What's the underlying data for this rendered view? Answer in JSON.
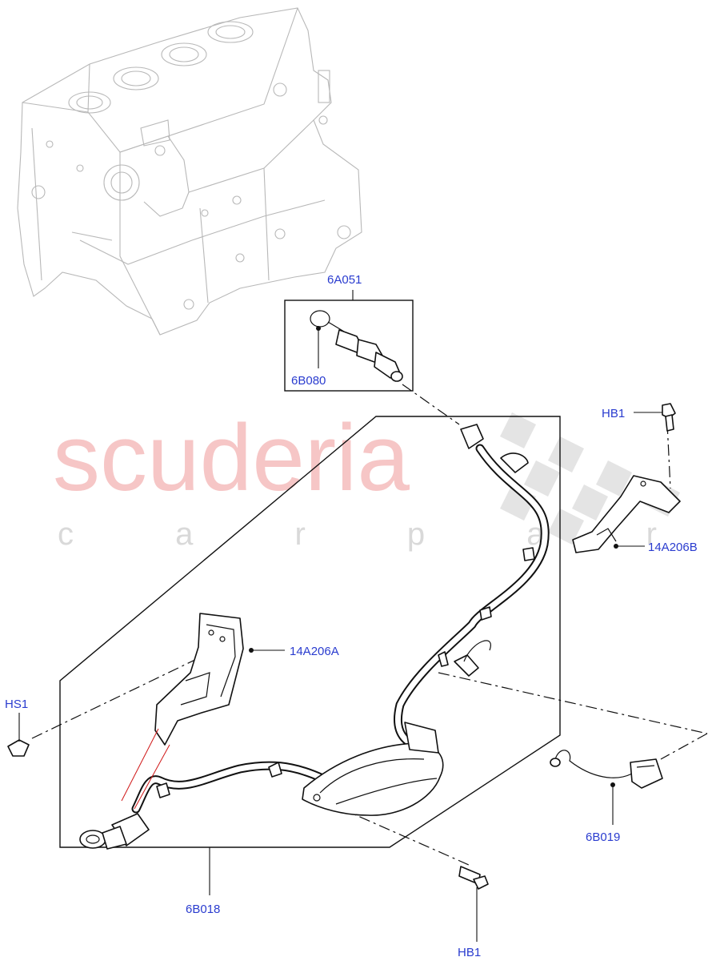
{
  "watermark": {
    "brand": "scuderia",
    "tagline": "c a r   p a r t s"
  },
  "callouts": [
    {
      "id": "6A051",
      "label": "6A051"
    },
    {
      "id": "6B080",
      "label": "6B080"
    },
    {
      "id": "HB1_top",
      "label": "HB1"
    },
    {
      "id": "14A206B",
      "label": "14A206B"
    },
    {
      "id": "14A206A",
      "label": "14A206A"
    },
    {
      "id": "HS1",
      "label": "HS1"
    },
    {
      "id": "6B019",
      "label": "6B019"
    },
    {
      "id": "6B018",
      "label": "6B018"
    },
    {
      "id": "HB1_bottom",
      "label": "HB1"
    }
  ],
  "colors": {
    "callout_text": "#2a3ccf",
    "watermark": "#f6c6c6",
    "ghost_engine": "#b8b8b8",
    "line": "#111111",
    "accent_line": "#d01818"
  }
}
